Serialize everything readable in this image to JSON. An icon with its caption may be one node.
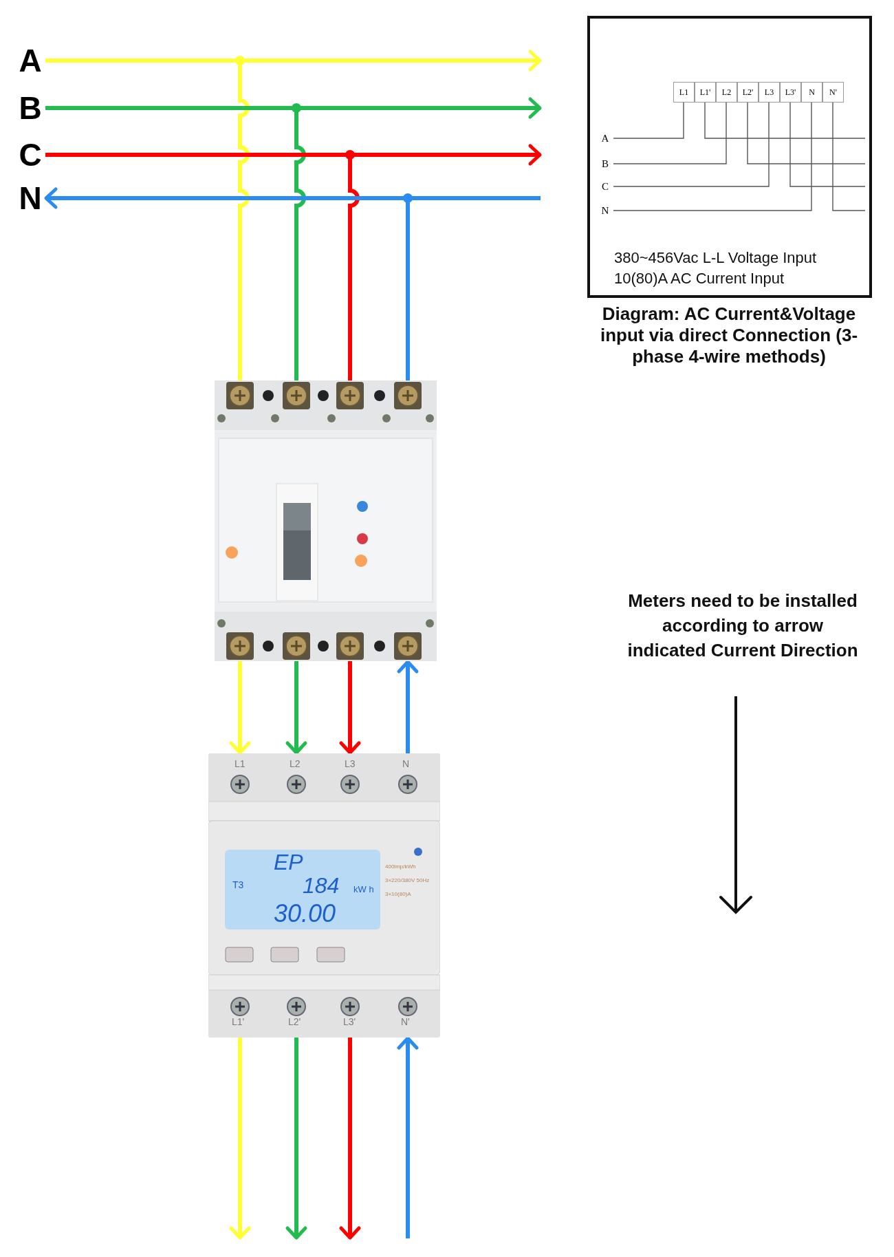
{
  "diagram": {
    "nodes": [
      {
        "text": [
          "A"
        ]
      },
      {
        "text": [
          "B"
        ]
      },
      {
        "text": [
          "C"
        ]
      },
      {
        "text": [
          "N"
        ]
      },
      {
        "text": [],
        "shape": "picture"
      },
      {
        "text": [],
        "shape": "picture"
      },
      {
        "text": [
          "380~456Vac L-L Voltage Input",
          "10(80)A AC Current Input"
        ],
        "beside": [
          "Diagram: AC Current&Voltage input via direct Connection (3-phase 4-wire methods)"
        ]
      },
      {
        "text": [
          "A"
        ],
        "in": 6
      },
      {
        "text": [
          "B"
        ],
        "in": 6
      },
      {
        "text": [
          "C"
        ],
        "in": 6
      },
      {
        "text": [
          "N"
        ],
        "in": 6
      },
      {
        "text": [
          "L1"
        ],
        "in": 6
      },
      {
        "text": [
          "L1'"
        ],
        "in": 6
      },
      {
        "text": [
          "L2"
        ],
        "in": 6
      },
      {
        "text": [
          "L2'"
        ],
        "in": 6
      },
      {
        "text": [
          "L3"
        ],
        "in": 6
      },
      {
        "text": [
          "L3'"
        ],
        "in": 6
      },
      {
        "text": [
          "N"
        ],
        "in": 6
      },
      {
        "text": [
          "N'"
        ],
        "in": 6
      }
    ],
    "edges": [
      {
        "from": 0,
        "to": null,
        "arrow": "to",
        "color": "#ffff33"
      },
      {
        "from": 0,
        "to": 4,
        "arrow": "none",
        "color": "#ffff33"
      },
      {
        "from": 1,
        "to": null,
        "arrow": "to",
        "color": "#22bb4f"
      },
      {
        "from": 1,
        "to": 4,
        "arrow": "none",
        "color": "#22bb4f"
      },
      {
        "from": 2,
        "to": null,
        "arrow": "to",
        "color": "#ff0000"
      },
      {
        "from": 2,
        "to": 4,
        "arrow": "none",
        "color": "#ff0000"
      },
      {
        "from": null,
        "to": 3,
        "arrow": "to",
        "color": "#2a8cf0"
      },
      {
        "from": 3,
        "to": 4,
        "arrow": "none",
        "color": "#2a8cf0"
      },
      {
        "from": 4,
        "to": 5,
        "arrow": "to",
        "color": "#ffff33"
      },
      {
        "from": 4,
        "to": 5,
        "arrow": "to",
        "color": "#22bb4f"
      },
      {
        "from": 4,
        "to": 5,
        "arrow": "to",
        "color": "#ff0000"
      },
      {
        "from": 5,
        "to": 4,
        "arrow": "to",
        "color": "#2a8cf0"
      },
      {
        "from": 5,
        "to": null,
        "arrow": "to",
        "color": "#ffff33"
      },
      {
        "from": 5,
        "to": null,
        "arrow": "to",
        "color": "#22bb4f"
      },
      {
        "from": 5,
        "to": null,
        "arrow": "to",
        "color": "#ff0000"
      },
      {
        "from": null,
        "to": 5,
        "arrow": "to",
        "color": "#2a8cf0"
      },
      {
        "from": 7,
        "to": 11,
        "arrow": "none",
        "color": "#555555"
      },
      {
        "from": 12,
        "to": null,
        "arrow": "none",
        "color": "#555555"
      },
      {
        "from": 8,
        "to": 13,
        "arrow": "none",
        "color": "#555555"
      },
      {
        "from": 14,
        "to": null,
        "arrow": "none",
        "color": "#555555"
      },
      {
        "from": 9,
        "to": 15,
        "arrow": "none",
        "color": "#555555"
      },
      {
        "from": 16,
        "to": null,
        "arrow": "none",
        "color": "#555555"
      },
      {
        "from": 10,
        "to": 17,
        "arrow": "none",
        "color": "#555555"
      },
      {
        "from": 18,
        "to": null,
        "arrow": "none",
        "color": "#555555"
      }
    ],
    "labels": [
      "Meters need to be installed according to arrow indicated Current Direction",
      "L1",
      "L2",
      "L3",
      "N",
      "EP",
      "T3",
      "184",
      "kW h",
      "30.00",
      "400imp/kWh",
      "3×220/380V 50Hz",
      "3×10(80)A",
      "L1'",
      "L2'",
      "L3'",
      "N'"
    ]
  }
}
